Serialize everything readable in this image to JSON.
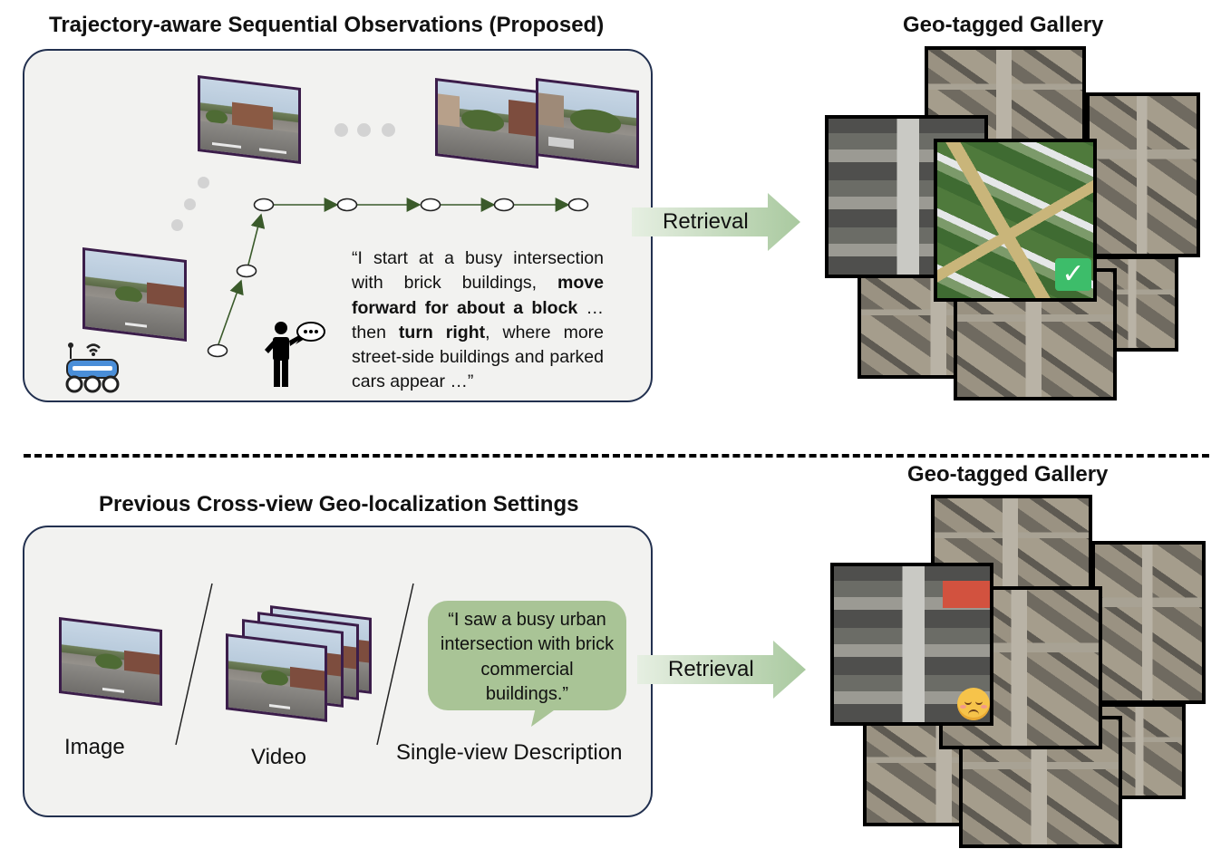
{
  "top": {
    "title": "Trajectory-aware Sequential Observations (Proposed)",
    "gallery_title": "Geo-tagged Gallery",
    "retrieval_label": "Retrieval",
    "quote": {
      "p1": "“I start at a busy intersection with brick buildings, ",
      "b1": "move forward for about a block",
      "p2": " … then ",
      "b2": "turn right",
      "p3": ", where more street-side buildings and parked cars appear …”"
    }
  },
  "bottom": {
    "title": "Previous Cross-view Geo-localization Settings",
    "gallery_title": "Geo-tagged Gallery",
    "retrieval_label": "Retrieval",
    "labels": {
      "image": "Image",
      "video": "Video",
      "description": "Single-view Description"
    },
    "bubble_text": "“I saw a busy urban intersection with brick commercial buildings.”"
  },
  "icons": {
    "robot": "robot-car-icon",
    "person": "person-speaking-icon",
    "match": "checkmark-icon",
    "fail": "sad-face-icon"
  },
  "colors": {
    "panel_border": "#22304f",
    "panel_fill": "#f2f2f0",
    "trajectory": "#3a5a2a",
    "arrow": "#c5dcc0",
    "bubble": "#a9c496",
    "check": "#3dbd6a"
  }
}
